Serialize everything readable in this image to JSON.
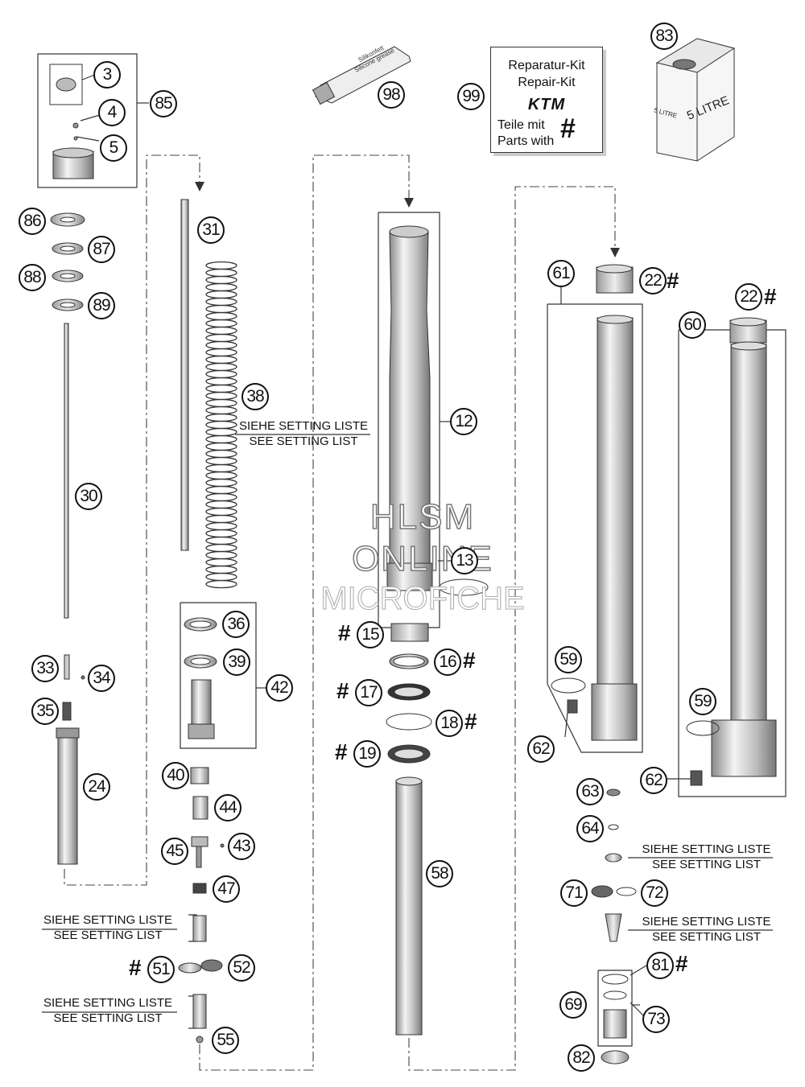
{
  "callouts": [
    "3",
    "4",
    "5",
    "85",
    "86",
    "87",
    "88",
    "89",
    "30",
    "31",
    "38",
    "33",
    "34",
    "35",
    "24",
    "36",
    "39",
    "42",
    "40",
    "44",
    "45",
    "43",
    "47",
    "51",
    "52",
    "55",
    "98",
    "99",
    "83",
    "12",
    "13",
    "15",
    "16",
    "17",
    "18",
    "19",
    "58",
    "61",
    "22",
    "60",
    "22",
    "59",
    "62",
    "59",
    "62",
    "63",
    "64",
    "71",
    "72",
    "81",
    "69",
    "73",
    "82"
  ],
  "setting_note": {
    "de": "SIEHE SETTING LISTE",
    "en": "SEE SETTING LIST"
  },
  "hash_mark": "#",
  "repair_kit": {
    "line1": "Reparatur-Kit",
    "line2": "Repair-Kit",
    "brand": "KTM",
    "line3": "Teile mit",
    "line4": "Parts with",
    "mark": "#"
  },
  "grease_tube": {
    "line1": "Silikonfett",
    "line2": "Silicone grease"
  },
  "oil_can": {
    "label": "5 LITRE"
  },
  "watermark": {
    "line1": "HLSM",
    "line2": "ONLINE",
    "line3": "MICROFICHE"
  }
}
